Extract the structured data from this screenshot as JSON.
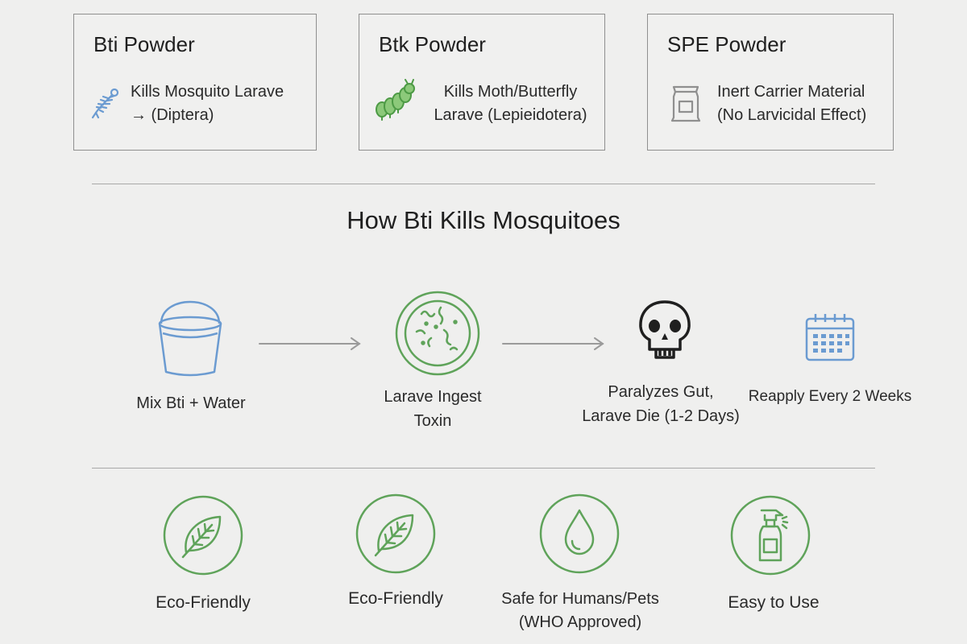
{
  "cards": [
    {
      "title": "Bti Powder",
      "icon": "mosquito-larva-icon",
      "lines": [
        "Kills Mosquito Larave",
        "→ (Diptera)"
      ]
    },
    {
      "title": "Btk Powder",
      "icon": "caterpillar-icon",
      "lines": [
        "Kills Moth/Butterfly",
        "Larave (Lepieidotera)"
      ]
    },
    {
      "title": "SPE Powder",
      "icon": "sack-icon",
      "lines": [
        "Inert Carrier Material",
        "(No Larvicidal Effect)"
      ]
    }
  ],
  "section": {
    "title": "How Bti Kills Mosquitoes"
  },
  "steps": [
    {
      "icon": "bucket-icon",
      "label_lines": [
        "Mix Bti + Water"
      ]
    },
    {
      "icon": "petri-dish-icon",
      "label_lines": [
        "Larave Ingest",
        "Toxin"
      ]
    },
    {
      "icon": "skull-icon",
      "label_lines": [
        "Paralyzes Gut,",
        "Larave Die (1-2 Days)"
      ]
    },
    {
      "icon": "calendar-icon",
      "label_lines": [
        "Reapply Every 2 Weeks"
      ]
    }
  ],
  "benefits": [
    {
      "icon": "leaf-icon",
      "label_lines": [
        "Eco-Friendly"
      ]
    },
    {
      "icon": "leaf-icon",
      "label_lines": [
        "Eco-Friendly"
      ]
    },
    {
      "icon": "water-drop-icon",
      "label_lines": [
        "Safe for Humans/Pets",
        "(WHO Approved)"
      ]
    },
    {
      "icon": "spray-bottle-icon",
      "label_lines": [
        "Easy to Use"
      ]
    }
  ],
  "colors": {
    "blue": "#6b9bd1",
    "green": "#5fa35a",
    "gray": "#8f8f8f",
    "text": "#2a2a2a"
  }
}
